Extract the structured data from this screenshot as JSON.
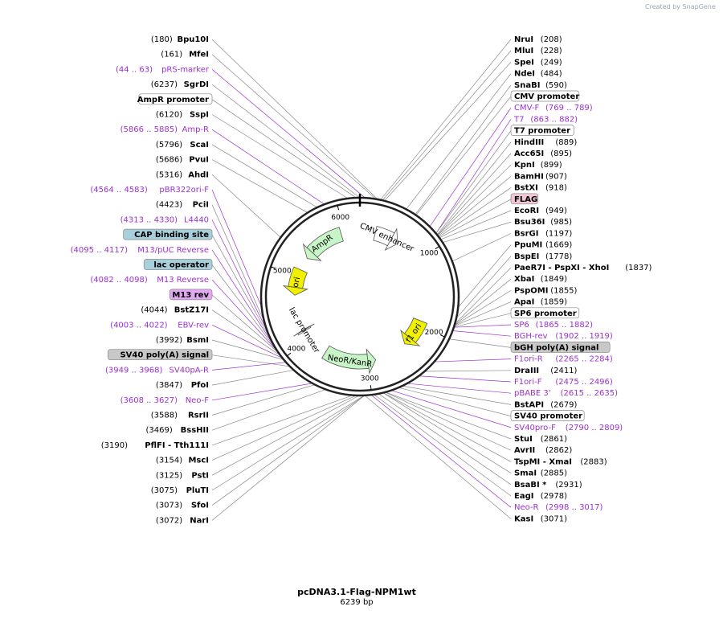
{
  "credit": "Created by SnapGene",
  "plasmid": {
    "name": "pcDNA3.1-Flag-NPM1wt",
    "size": "6239 bp",
    "length": 6239
  },
  "colors": {
    "primer": "#9b30d0",
    "enzyme": "#000000",
    "line": "#888888",
    "backbone": "#222222"
  },
  "ticks": [
    "1000",
    "2000",
    "3000",
    "4000",
    "5000",
    "6000"
  ],
  "features": [
    {
      "name": "CMV enhancer",
      "start": 235,
      "end": 614,
      "color": "#ffffff",
      "arrow": "cw"
    },
    {
      "name": "f1 ori",
      "start": 1937,
      "end": 2365,
      "color": "#f0f000",
      "arrow": "cw"
    },
    {
      "name": "NeoR/KanR",
      "start": 2876,
      "end": 3670,
      "color": "#c8f5c8",
      "arrow": "ccw"
    },
    {
      "name": "lac promoter",
      "start": 4125,
      "end": 4155,
      "color": "#ffffff",
      "arrow": "cw"
    },
    {
      "name": "ori",
      "start": 4700,
      "end": 5100,
      "color": "#f0f000",
      "arrow": "ccw"
    },
    {
      "name": "AmpR",
      "start": 5300,
      "end": 5950,
      "color": "#c8f5c8",
      "arrow": "ccw"
    }
  ],
  "right_labels": [
    {
      "text": "NruI",
      "pos": "(208)",
      "kind": "enzyme",
      "bp": 208
    },
    {
      "text": "MluI",
      "pos": "(228)",
      "kind": "enzyme",
      "bp": 228
    },
    {
      "text": "SpeI",
      "pos": "(249)",
      "kind": "enzyme",
      "bp": 249
    },
    {
      "text": "NdeI",
      "pos": "(484)",
      "kind": "enzyme",
      "bp": 484
    },
    {
      "text": "SnaBI",
      "pos": "(590)",
      "kind": "enzyme",
      "bp": 590
    },
    {
      "text": "CMV promoter",
      "pos": "",
      "kind": "feature-white",
      "bp": 600
    },
    {
      "text": "CMV-F",
      "pos": "(769 .. 789)",
      "kind": "primer",
      "bp": 779
    },
    {
      "text": "T7",
      "pos": "(863 .. 882)",
      "kind": "primer",
      "bp": 872
    },
    {
      "text": "T7 promoter",
      "pos": "",
      "kind": "feature-white",
      "bp": 872
    },
    {
      "text": "HindIII",
      "pos": "(889)",
      "kind": "enzyme",
      "bp": 889
    },
    {
      "text": "Acc65I",
      "pos": "(895)",
      "kind": "enzyme",
      "bp": 895
    },
    {
      "text": "KpnI",
      "pos": "(899)",
      "kind": "enzyme",
      "bp": 899
    },
    {
      "text": "BamHI",
      "pos": "(907)",
      "kind": "enzyme",
      "bp": 907
    },
    {
      "text": "BstXI",
      "pos": "(918)",
      "kind": "enzyme",
      "bp": 918
    },
    {
      "text": "FLAG",
      "pos": "",
      "kind": "feature-pink",
      "bp": 930
    },
    {
      "text": "EcoRI",
      "pos": "(949)",
      "kind": "enzyme",
      "bp": 949
    },
    {
      "text": "Bsu36I",
      "pos": "(985)",
      "kind": "enzyme",
      "bp": 985
    },
    {
      "text": "BsrGI",
      "pos": "(1197)",
      "kind": "enzyme",
      "bp": 1197
    },
    {
      "text": "PpuMI",
      "pos": "(1669)",
      "kind": "enzyme",
      "bp": 1669
    },
    {
      "text": "BspEI",
      "pos": "(1778)",
      "kind": "enzyme",
      "bp": 1778
    },
    {
      "text": "PaeR7I - PspXI - XhoI",
      "pos": "(1837)",
      "kind": "enzyme",
      "bp": 1837
    },
    {
      "text": "XbaI",
      "pos": "(1849)",
      "kind": "enzyme",
      "bp": 1849
    },
    {
      "text": "PspOMI",
      "pos": "(1855)",
      "kind": "enzyme",
      "bp": 1855
    },
    {
      "text": "ApaI",
      "pos": "(1859)",
      "kind": "enzyme",
      "bp": 1859
    },
    {
      "text": "SP6 promoter",
      "pos": "",
      "kind": "feature-white",
      "bp": 1870
    },
    {
      "text": "SP6",
      "pos": "(1865 .. 1882)",
      "kind": "primer",
      "bp": 1873
    },
    {
      "text": "BGH-rev",
      "pos": "(1902 .. 1919)",
      "kind": "primer",
      "bp": 1910
    },
    {
      "text": "bGH poly(A) signal",
      "pos": "",
      "kind": "feature-gray",
      "bp": 2000
    },
    {
      "text": "F1ori-R",
      "pos": "(2265 .. 2284)",
      "kind": "primer",
      "bp": 2274
    },
    {
      "text": "DraIII",
      "pos": "(2411)",
      "kind": "enzyme",
      "bp": 2411
    },
    {
      "text": "F1ori-F",
      "pos": "(2475 .. 2496)",
      "kind": "primer",
      "bp": 2485
    },
    {
      "text": "pBABE 3'",
      "pos": "(2615 .. 2635)",
      "kind": "primer",
      "bp": 2625
    },
    {
      "text": "BstAPI",
      "pos": "(2679)",
      "kind": "enzyme",
      "bp": 2679
    },
    {
      "text": "SV40 promoter",
      "pos": "",
      "kind": "feature-white",
      "bp": 2720
    },
    {
      "text": "SV40pro-F",
      "pos": "(2790 .. 2809)",
      "kind": "primer",
      "bp": 2800
    },
    {
      "text": "StuI",
      "pos": "(2861)",
      "kind": "enzyme",
      "bp": 2861
    },
    {
      "text": "AvrII",
      "pos": "(2862)",
      "kind": "enzyme",
      "bp": 2862
    },
    {
      "text": "TspMI - XmaI",
      "pos": "(2883)",
      "kind": "enzyme",
      "bp": 2883
    },
    {
      "text": "SmaI",
      "pos": "(2885)",
      "kind": "enzyme",
      "bp": 2885
    },
    {
      "text": "BsaBI *",
      "pos": "(2931)",
      "kind": "enzyme",
      "bp": 2931
    },
    {
      "text": "EagI",
      "pos": "(2978)",
      "kind": "enzyme",
      "bp": 2978
    },
    {
      "text": "Neo-R",
      "pos": "(2998 .. 3017)",
      "kind": "primer",
      "bp": 3007
    },
    {
      "text": "KasI",
      "pos": "(3071)",
      "kind": "enzyme",
      "bp": 3071
    }
  ],
  "left_labels": [
    {
      "text": "Bpu10I",
      "pos": "(180)",
      "kind": "enzyme",
      "bp": 180
    },
    {
      "text": "MfeI",
      "pos": "(161)",
      "kind": "enzyme",
      "bp": 161
    },
    {
      "text": "pRS-marker",
      "pos": "(44 .. 63)",
      "kind": "primer",
      "bp": 53
    },
    {
      "text": "SgrDI",
      "pos": "(6237)",
      "kind": "enzyme",
      "bp": 6237
    },
    {
      "text": "AmpR promoter",
      "pos": "",
      "kind": "feature-white",
      "bp": 6200
    },
    {
      "text": "SspI",
      "pos": "(6120)",
      "kind": "enzyme",
      "bp": 6120
    },
    {
      "text": "Amp-R",
      "pos": "(5866 .. 5885)",
      "kind": "primer",
      "bp": 5875
    },
    {
      "text": "ScaI",
      "pos": "(5796)",
      "kind": "enzyme",
      "bp": 5796
    },
    {
      "text": "PvuI",
      "pos": "(5686)",
      "kind": "enzyme",
      "bp": 5686
    },
    {
      "text": "AhdI",
      "pos": "(5316)",
      "kind": "enzyme",
      "bp": 5316
    },
    {
      "text": "pBR322ori-F",
      "pos": "(4564 .. 4583)",
      "kind": "primer",
      "bp": 4573
    },
    {
      "text": "PciI",
      "pos": "(4423)",
      "kind": "enzyme",
      "bp": 4423
    },
    {
      "text": "L4440",
      "pos": "(4313 .. 4330)",
      "kind": "primer",
      "bp": 4321
    },
    {
      "text": "CAP binding site",
      "pos": "",
      "kind": "feature-blue",
      "bp": 4200
    },
    {
      "text": "M13/pUC Reverse",
      "pos": "(4095 .. 4117)",
      "kind": "primer",
      "bp": 4106
    },
    {
      "text": "lac operator",
      "pos": "",
      "kind": "feature-blue",
      "bp": 4100
    },
    {
      "text": "M13 Reverse",
      "pos": "(4082 .. 4098)",
      "kind": "primer",
      "bp": 4090
    },
    {
      "text": "M13 rev",
      "pos": "",
      "kind": "feature-purple",
      "bp": 4080
    },
    {
      "text": "BstZ17I",
      "pos": "(4044)",
      "kind": "enzyme",
      "bp": 4044
    },
    {
      "text": "EBV-rev",
      "pos": "(4003 .. 4022)",
      "kind": "primer",
      "bp": 4012
    },
    {
      "text": "BsmI",
      "pos": "(3992)",
      "kind": "enzyme",
      "bp": 3992
    },
    {
      "text": "SV40 poly(A) signal",
      "pos": "",
      "kind": "feature-gray",
      "bp": 3900
    },
    {
      "text": "SV40pA-R",
      "pos": "(3949 .. 3968)",
      "kind": "primer",
      "bp": 3958
    },
    {
      "text": "PfoI",
      "pos": "(3847)",
      "kind": "enzyme",
      "bp": 3847
    },
    {
      "text": "Neo-F",
      "pos": "(3608 .. 3627)",
      "kind": "primer",
      "bp": 3617
    },
    {
      "text": "RsrII",
      "pos": "(3588)",
      "kind": "enzyme",
      "bp": 3588
    },
    {
      "text": "BssHII",
      "pos": "(3469)",
      "kind": "enzyme",
      "bp": 3469
    },
    {
      "text": "PflFI - Tth111I",
      "pos": "(3190)",
      "kind": "enzyme",
      "bp": 3190
    },
    {
      "text": "MscI",
      "pos": "(3154)",
      "kind": "enzyme",
      "bp": 3154
    },
    {
      "text": "PstI",
      "pos": "(3125)",
      "kind": "enzyme",
      "bp": 3125
    },
    {
      "text": "PluTI",
      "pos": "(3075)",
      "kind": "enzyme",
      "bp": 3075
    },
    {
      "text": "SfoI",
      "pos": "(3073)",
      "kind": "enzyme",
      "bp": 3073
    },
    {
      "text": "NarI",
      "pos": "(3072)",
      "kind": "enzyme",
      "bp": 3072
    }
  ]
}
